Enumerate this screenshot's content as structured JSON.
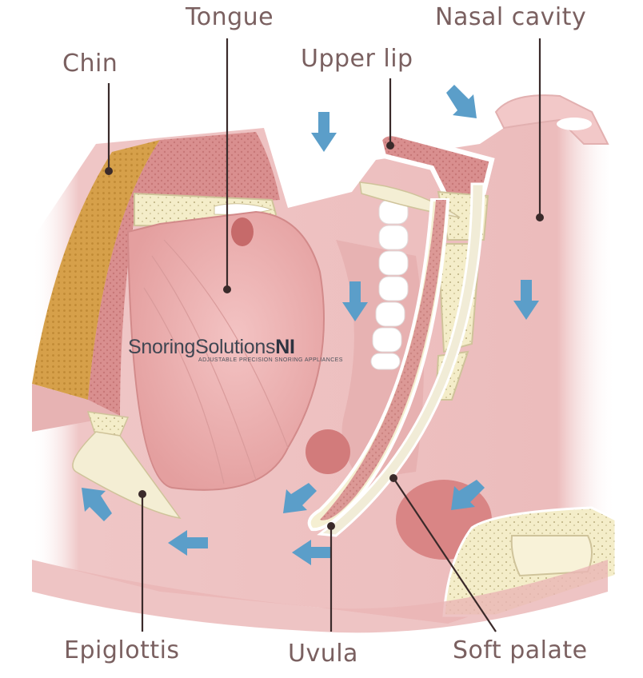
{
  "labels": {
    "tongue": "Tongue",
    "nasal_cavity": "Nasal cavity",
    "chin": "Chin",
    "upper_lip": "Upper lip",
    "epiglottis": "Epiglottis",
    "uvula": "Uvula",
    "soft_palate": "Soft palate"
  },
  "watermark": {
    "brand_main": "SnoringSolutions",
    "brand_suffix": "NI",
    "tagline": "ADJUSTABLE PRECISION SNORING APPLIANCES"
  },
  "colors": {
    "label_text": "#7a6060",
    "leader_line": "#3a2a2a",
    "airflow_arrow": "#5b9ec9",
    "tissue": "#e8a8a8",
    "bone": "#f3ecc8"
  }
}
